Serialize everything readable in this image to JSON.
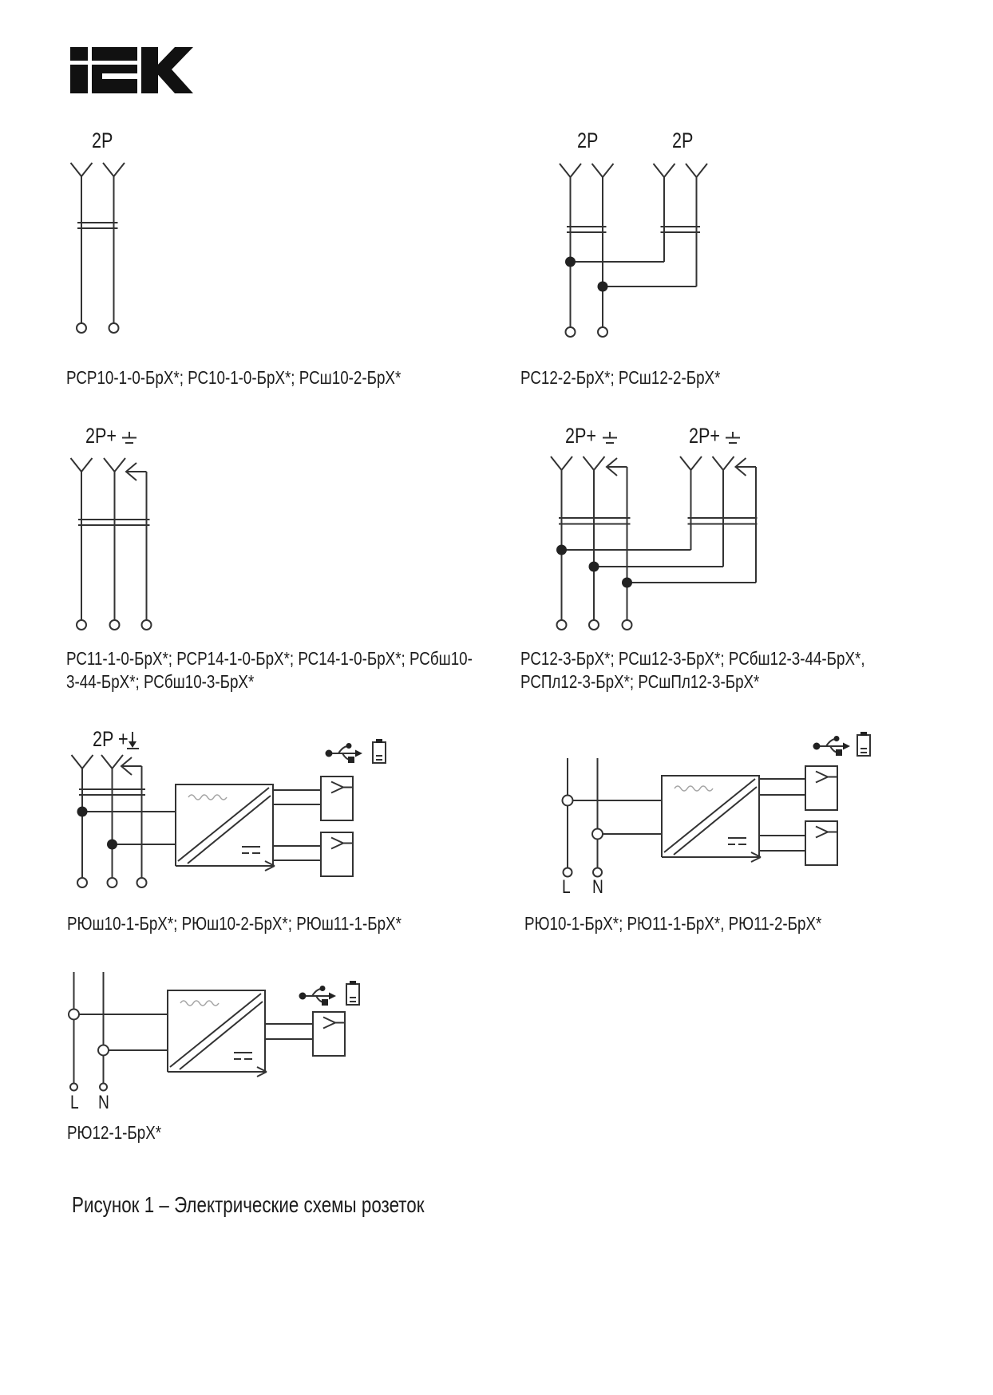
{
  "brand": {
    "name": "IEK"
  },
  "figure_caption": "Рисунок 1 – Электрические схемы розеток",
  "schematics": {
    "s1": {
      "label": "2P",
      "caption": "РСР10-1-0-БрХ*; РС10-1-0-БрХ*; РСш10-2-БрХ*"
    },
    "s2": {
      "label1": "2P",
      "label2": "2P",
      "caption": "РС12-2-БрХ*; РСш12-2-БрХ*"
    },
    "s3": {
      "label": "2P+",
      "caption_line1": "РС11-1-0-БрХ*; РСР14-1-0-БрХ*; РС14-1-0-БрХ*; РСбш10-",
      "caption_line2": "3-44-БрХ*; РСбш10-3-БрХ*"
    },
    "s4": {
      "label1": "2P+",
      "label2": "2P+",
      "caption_line1": "РС12-3-БрХ*; РСш12-3-БрХ*; РСбш12-3-44-БрХ*,",
      "caption_line2": "РСПл12-3-БрХ*; РСшПл12-3-БрХ*"
    },
    "s5": {
      "label": "2P +",
      "caption": "РЮш10-1-БрХ*; РЮш10-2-БрХ*; РЮш11-1-БрХ*"
    },
    "s6": {
      "terminal_l": "L",
      "terminal_n": "N",
      "caption": "РЮ10-1-БрХ*; РЮ11-1-БрХ*, РЮ11-2-БрХ*"
    },
    "s7": {
      "terminal_l": "L",
      "terminal_n": "N",
      "caption": "РЮ12-1-БрХ*"
    }
  }
}
